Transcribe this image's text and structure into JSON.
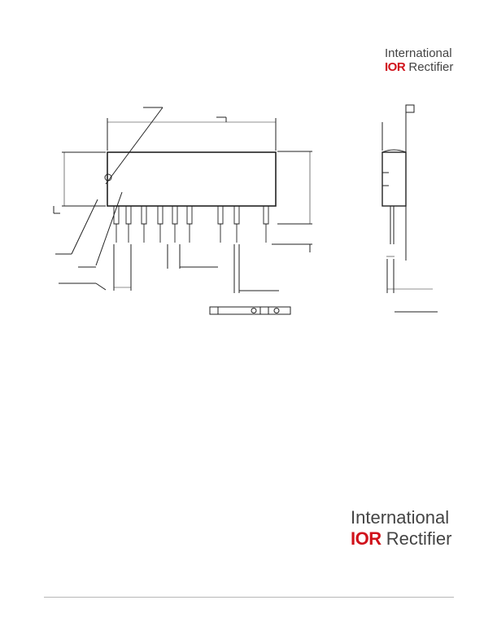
{
  "logo_top": {
    "line1": "International",
    "mark": "I",
    "mark_o": "O",
    "mark_r": "R",
    "line2": "Rectifier"
  },
  "logo_bottom": {
    "line1": "International",
    "mark": "I",
    "mark_o": "O",
    "mark_r": "R",
    "line2": "Rectifier"
  },
  "colors": {
    "brand_red": "#d0121b",
    "logo_gray": "#444444",
    "line": "#222222",
    "rule": "#b7b7b7"
  }
}
